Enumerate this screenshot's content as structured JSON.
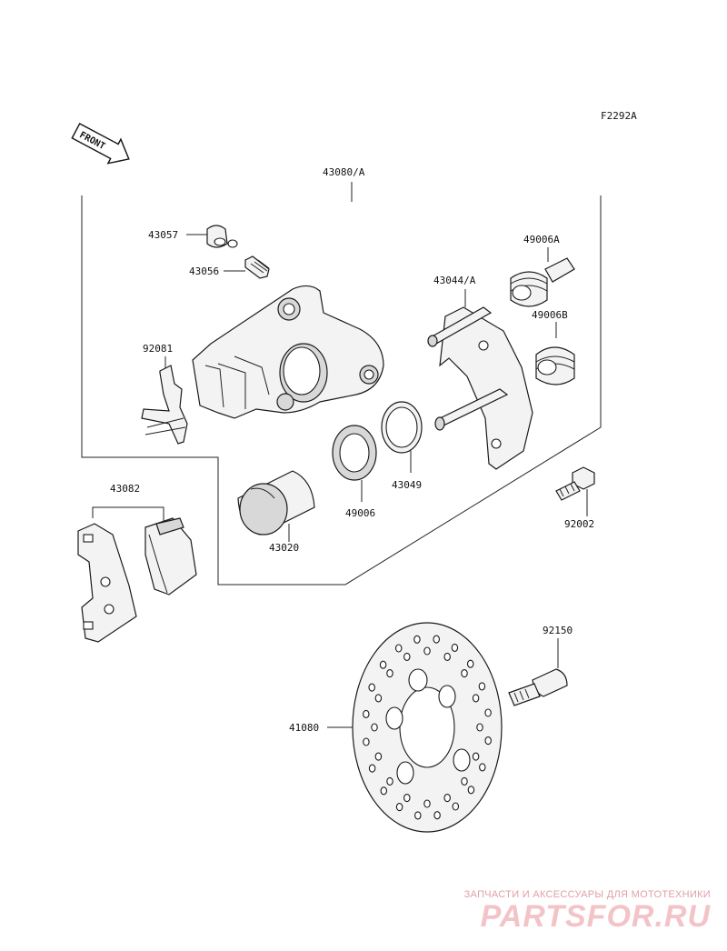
{
  "diagram_code": "F2292A",
  "front_label": "FRONT",
  "parts": {
    "p43080": "43080/A",
    "p43057": "43057",
    "p43056": "43056",
    "p92081": "92081",
    "p43044": "43044/A",
    "p49006A": "49006A",
    "p49006B": "49006B",
    "p43049": "43049",
    "p49006": "49006",
    "p43020": "43020",
    "p92002": "92002",
    "p43082": "43082",
    "p92150": "92150",
    "p41080": "41080"
  },
  "watermark": {
    "tagline": "ЗАПЧАСТИ И АКСЕССУАРЫ ДЛЯ МОТОТЕХНИКИ",
    "logo": "PARTSFOR.RU"
  }
}
